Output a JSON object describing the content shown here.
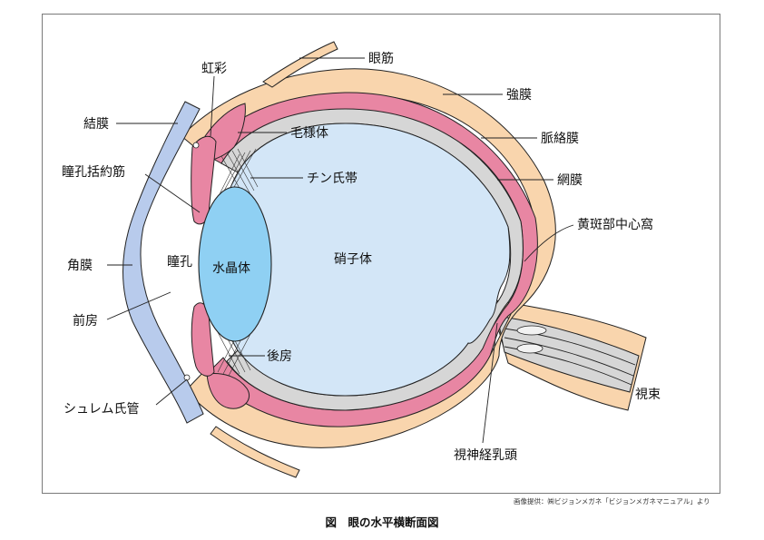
{
  "diagram": {
    "labels": {
      "eye_muscle": "眼筋",
      "iris": "虹彩",
      "sclera": "強膜",
      "conjunctiva": "結膜",
      "ciliary_body": "毛様体",
      "choroid": "脈絡膜",
      "pupil_sphincter": "瞳孔括約筋",
      "zonule": "チン氏帯",
      "retina": "網膜",
      "fovea": "黄斑部中心窩",
      "pupil": "瞳孔",
      "lens": "水晶体",
      "vitreous": "硝子体",
      "cornea": "角膜",
      "anterior_chamber": "前房",
      "posterior_chamber": "後房",
      "optic_nerve": "視束",
      "schlemm_canal": "シュレム氏管",
      "optic_disc": "視神経乳頭"
    },
    "colors": {
      "sclera": "#f9d5ad",
      "choroid": "#e886a3",
      "retina": "#d6d6d6",
      "vitreous": "#d3e6f7",
      "lens": "#8fd0f3",
      "cornea": "#b8cbec",
      "outline": "#222222"
    }
  },
  "credit": "画像提供：㈱ビジョンメガネ「ビジョンメガネマニュアル」より",
  "caption": "図　眼の水平横断面図"
}
